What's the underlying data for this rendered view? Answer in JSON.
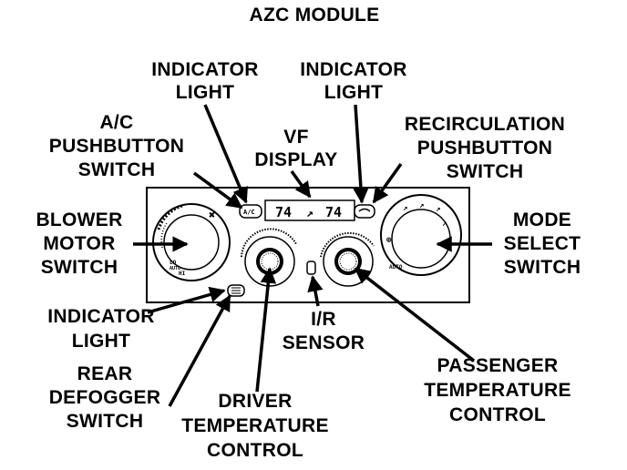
{
  "title": "AZC MODULE",
  "labels": {
    "indicator_light_1": [
      "INDICATOR",
      "LIGHT"
    ],
    "indicator_light_2": [
      "INDICATOR",
      "LIGHT"
    ],
    "ac_pushbutton": [
      "A/C",
      "PUSHBUTTON",
      "SWITCH"
    ],
    "vf_display": [
      "VF",
      "DISPLAY"
    ],
    "recirculation_pushbutton": [
      "RECIRCULATION",
      "PUSHBUTTON",
      "SWITCH"
    ],
    "blower_motor_switch": [
      "BLOWER",
      "MOTOR",
      "SWITCH"
    ],
    "mode_select_switch": [
      "MODE",
      "SELECT",
      "SWITCH"
    ],
    "indicator_light_3": [
      "INDICATOR",
      "LIGHT"
    ],
    "ir_sensor": [
      "I/R",
      "SENSOR"
    ],
    "rear_defogger_switch": [
      "REAR",
      "DEFOGGER",
      "SWITCH"
    ],
    "driver_temperature_control": [
      "DRIVER",
      "TEMPERATURE",
      "CONTROL"
    ],
    "passenger_temperature_control": [
      "PASSENGER",
      "TEMPERATURE",
      "CONTROL"
    ]
  },
  "panel": {
    "ac_button_text": "A/C",
    "display_left_temp": "74",
    "display_right_temp": "74",
    "blower_lo_text": "LO",
    "blower_auto_text": "AUTO",
    "blower_hi_text": "HI",
    "mode_auto_text": "AUTO"
  }
}
